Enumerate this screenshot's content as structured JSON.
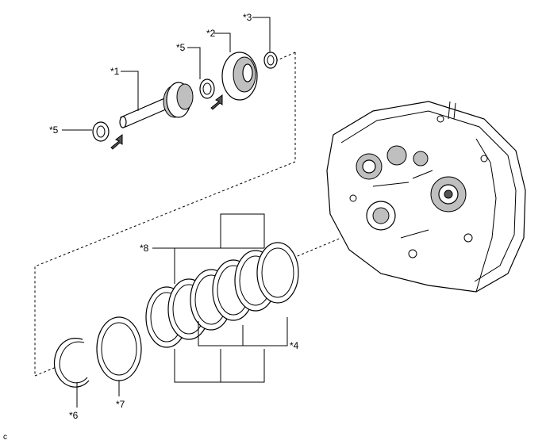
{
  "labels": {
    "p1": "*1",
    "p2": "*2",
    "p3": "*3",
    "p4": "*4",
    "p5a": "*5",
    "p5b": "*5",
    "p6": "*6",
    "p7": "*7",
    "p8": "*8"
  },
  "corner_mark": "c"
}
